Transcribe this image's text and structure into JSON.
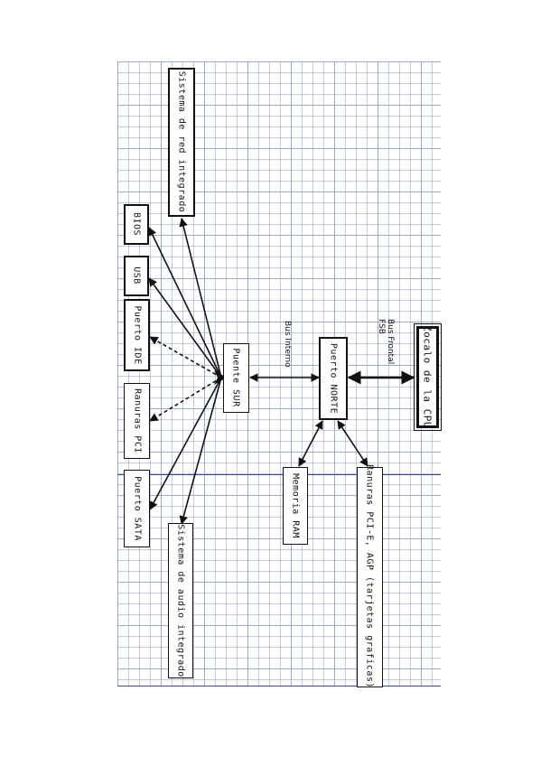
{
  "blocks": {
    "zocalo_cpu": "Zocalo de la CPU",
    "puente_norte": "Puerto NORTE",
    "puente_sur": "Puente SUR",
    "memoria_ram": "Memoria RAM",
    "ranuras_pcie_agp": "Ranuras PCI-E, AGP (tarjetas graficas)",
    "sistema_red": "Sistema de red integrado",
    "bios": "BIOS",
    "usb": "USB",
    "puerto_ide": "Puerto IDE",
    "ranuras_pci": "Ranuras PCI",
    "puerto_sata": "Puerto SATA",
    "sistema_audio": "Sistema de audio integrado"
  },
  "buses": {
    "bus_frontal": "Bus Frontal",
    "fsb": "FSB",
    "bus_interno": "Bus Interno"
  },
  "colors": {
    "guide_line": "#3545a8",
    "grid": "#a0a8c0",
    "box_border": "#111111"
  }
}
